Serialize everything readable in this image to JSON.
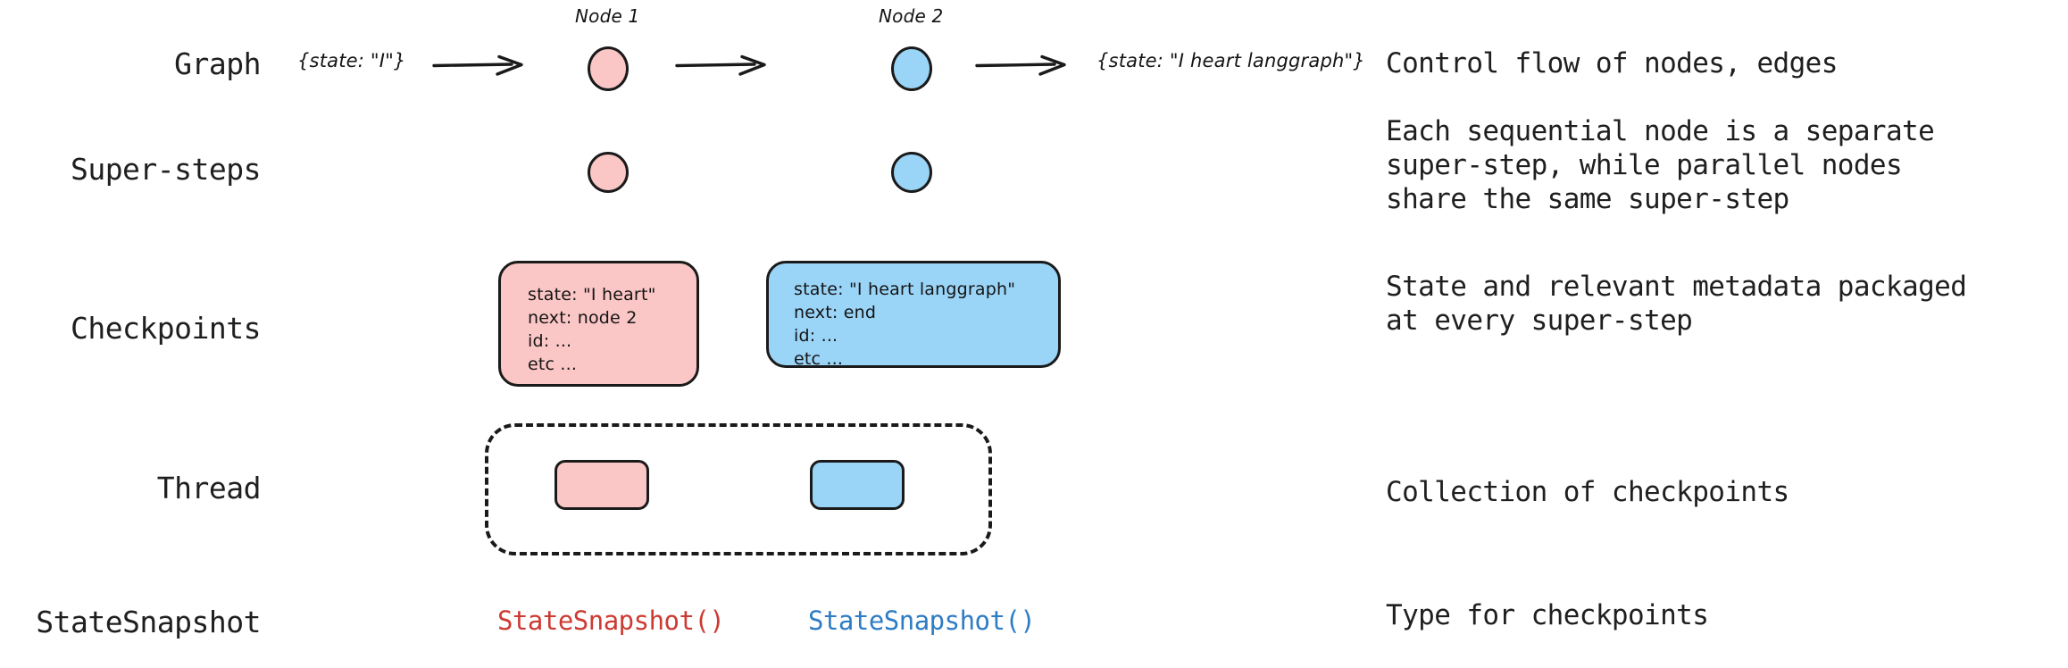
{
  "diagram": {
    "title": "LangGraph persistence concepts",
    "colors": {
      "pink_fill": "#FBC6C6",
      "blue_fill": "#9AD4F7",
      "stroke": "#1A1A1A",
      "snapshot_red": "#CC3B33",
      "snapshot_blue": "#2E7CC4",
      "text": "#1F1F1F",
      "background": "#FFFFFF"
    }
  },
  "rows": {
    "graph": {
      "label": "Graph",
      "description": "Control flow of nodes, edges",
      "state_in": "{state: \"I\"}",
      "state_out": "{state: \"I heart langgraph\"}",
      "node1_caption": "Node 1",
      "node2_caption": "Node 2"
    },
    "super_steps": {
      "label": "Super-steps",
      "description": "Each sequential node is a separate\nsuper-step, while parallel nodes\nshare the same super-step"
    },
    "checkpoints": {
      "label": "Checkpoints",
      "description": "State and relevant metadata packaged\nat every super-step",
      "checkpoint_1": "state: \"I heart\"\nnext: node 2\nid: ...\netc ...",
      "checkpoint_2": "state: \"I heart langgraph\"\nnext: end\nid: ...\netc ..."
    },
    "thread": {
      "label": "Thread",
      "description": "Collection of checkpoints"
    },
    "state_snapshot": {
      "label": "StateSnapshot",
      "description": "Type for checkpoints",
      "code_1": "StateSnapshot()",
      "code_2": "StateSnapshot()"
    }
  }
}
